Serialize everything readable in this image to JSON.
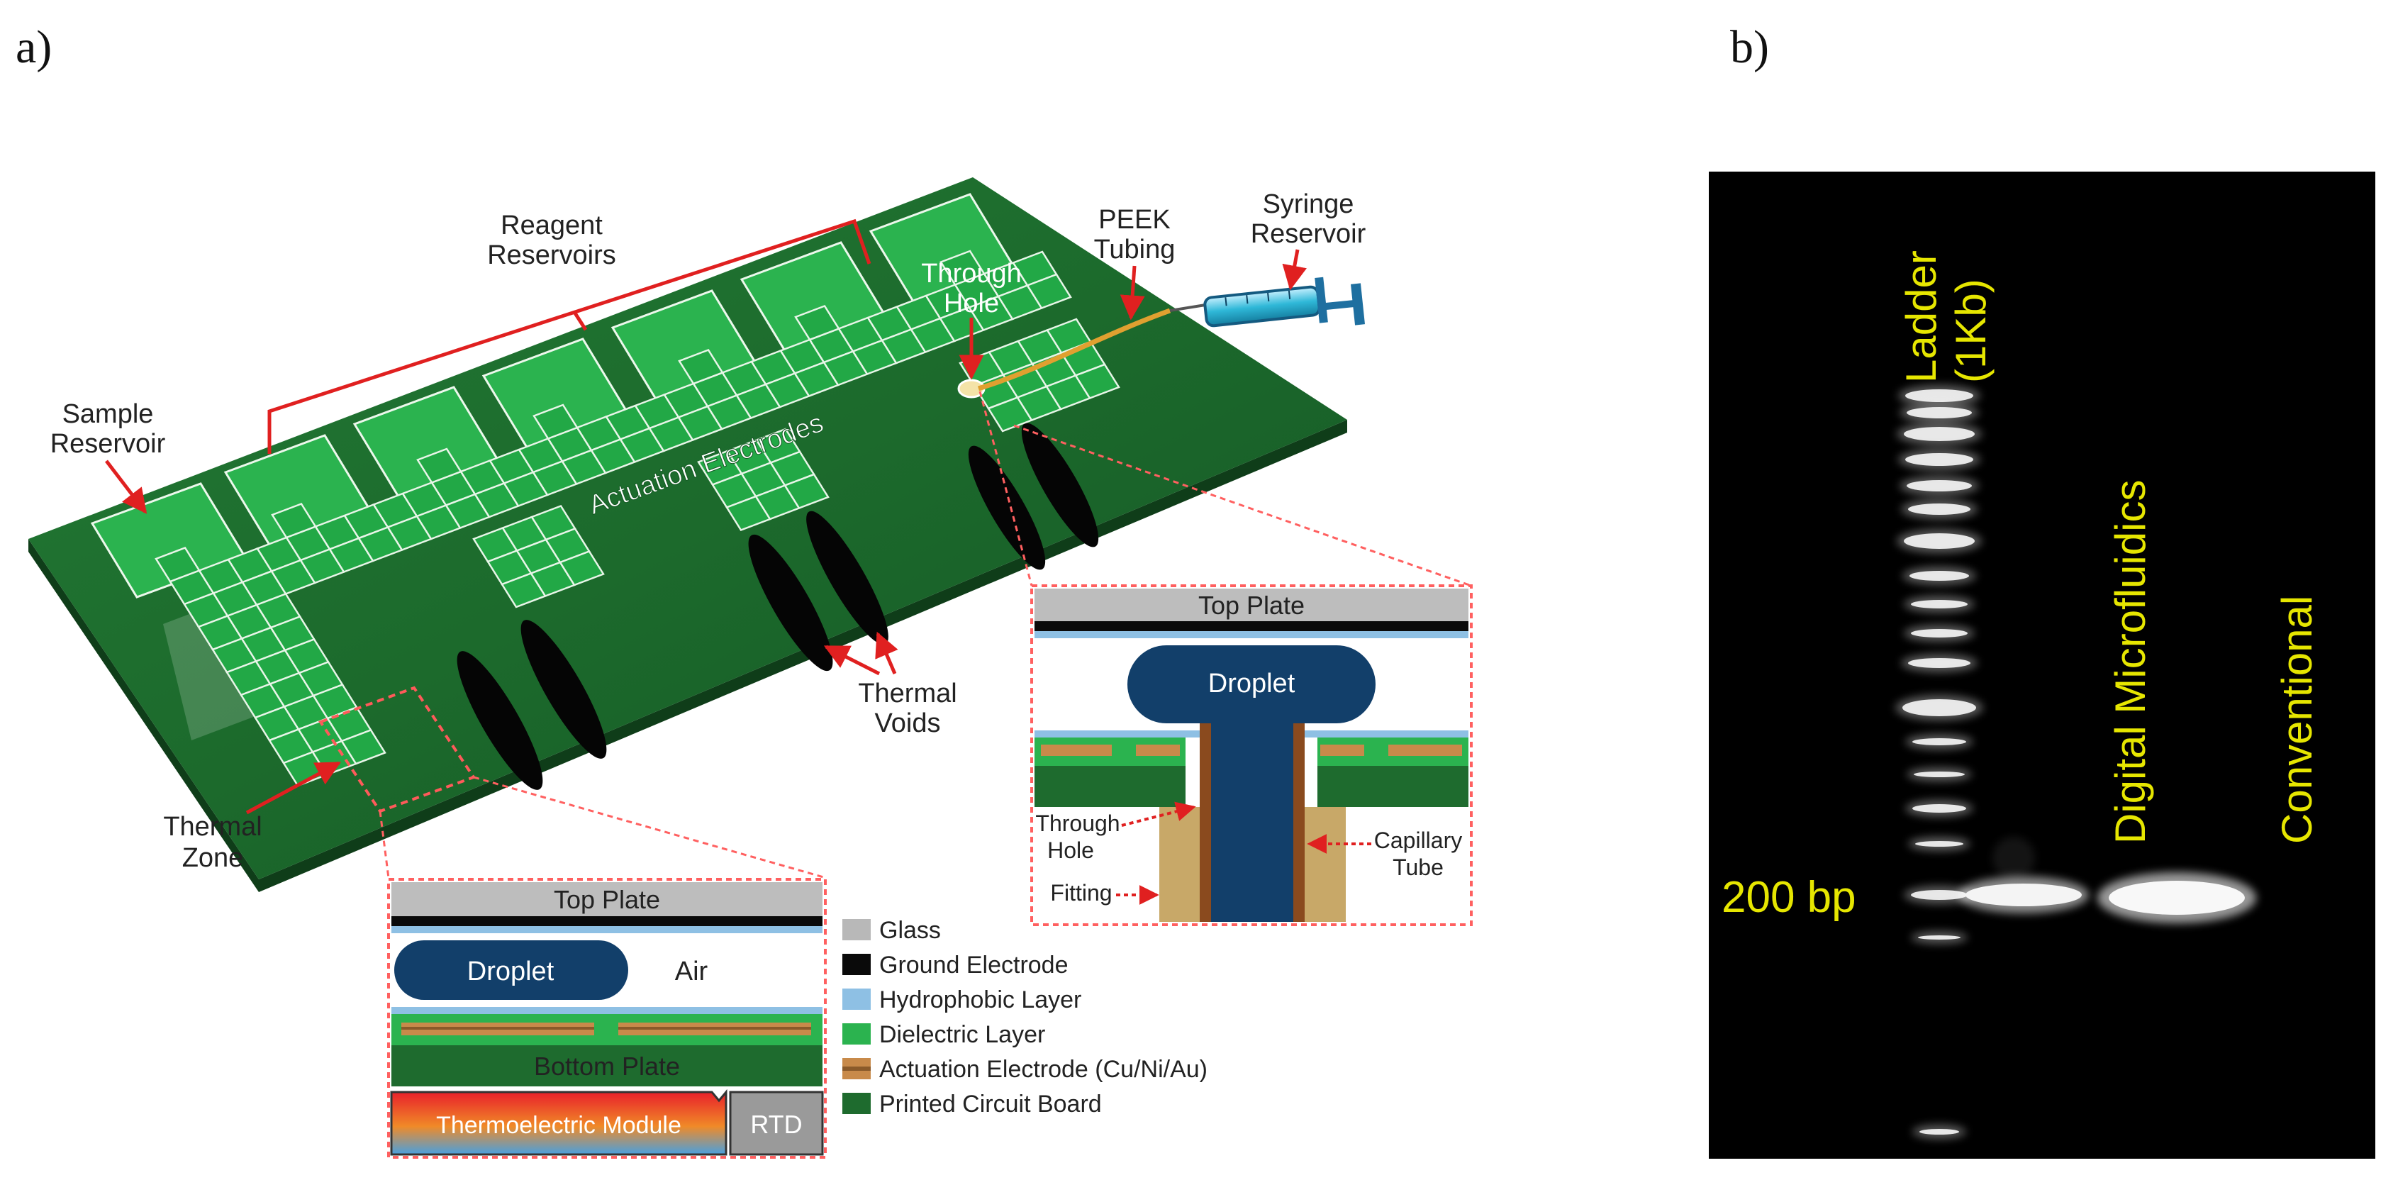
{
  "panel_labels": {
    "a": "a)",
    "b": "b)"
  },
  "board": {
    "labels": {
      "reagent_line1": "Reagent",
      "reagent_line2": "Reservoirs",
      "sample_line1": "Sample",
      "sample_line2": "Reservoir",
      "peek_line1": "PEEK",
      "peek_line2": "Tubing",
      "syringe_line1": "Syringe",
      "syringe_line2": "Reservoir",
      "through_line1": "Through",
      "through_line2": "Hole",
      "actuation": "Actuation Electrodes",
      "thermal_voids_line1": "Thermal",
      "thermal_voids_line2": "Voids",
      "thermal_zone_line1": "Thermal",
      "thermal_zone_line2": "Zone"
    },
    "colors": {
      "pcb": "#1e6b2e",
      "electrode": "#22a846",
      "reservoir": "#2bb34f",
      "grid_line": "#e8f5e8"
    }
  },
  "cross_section_1": {
    "top_plate": "Top Plate",
    "droplet": "Droplet",
    "air": "Air",
    "bottom_plate": "Bottom Plate",
    "thermoelectric": "Thermoelectric Module",
    "rtd": "RTD"
  },
  "cross_section_2": {
    "top_plate": "Top Plate",
    "droplet": "Droplet",
    "through_line1": "Through",
    "through_line2": "Hole",
    "fitting": "Fitting",
    "capillary_line1": "Capillary",
    "capillary_line2": "Tube"
  },
  "legend": [
    {
      "label": "Glass",
      "color": "#b8b8b8",
      "icon": "swatch"
    },
    {
      "label": "Ground Electrode",
      "color": "#0a0a0a",
      "icon": "swatch"
    },
    {
      "label": "Hydrophobic Layer",
      "color": "#8ec0e4",
      "icon": "swatch"
    },
    {
      "label": "Dielectric Layer",
      "color": "#2bb34f",
      "icon": "swatch"
    },
    {
      "label": "Actuation Electrode (Cu/Ni/Au)",
      "color": "#c88a4a",
      "icon": "striped-swatch"
    },
    {
      "label": "Printed Circuit Board",
      "color": "#1e6b2e",
      "icon": "swatch"
    }
  ],
  "gel": {
    "lane_labels": {
      "ladder_line1": "Ladder",
      "ladder_line2": "(1Kb)",
      "digital": "Digital Microfluidics",
      "conventional": "Conventional"
    },
    "marker": "200 bp",
    "colors": {
      "background": "#000000",
      "text": "#e6e600",
      "band": "#f4f4f4"
    }
  }
}
